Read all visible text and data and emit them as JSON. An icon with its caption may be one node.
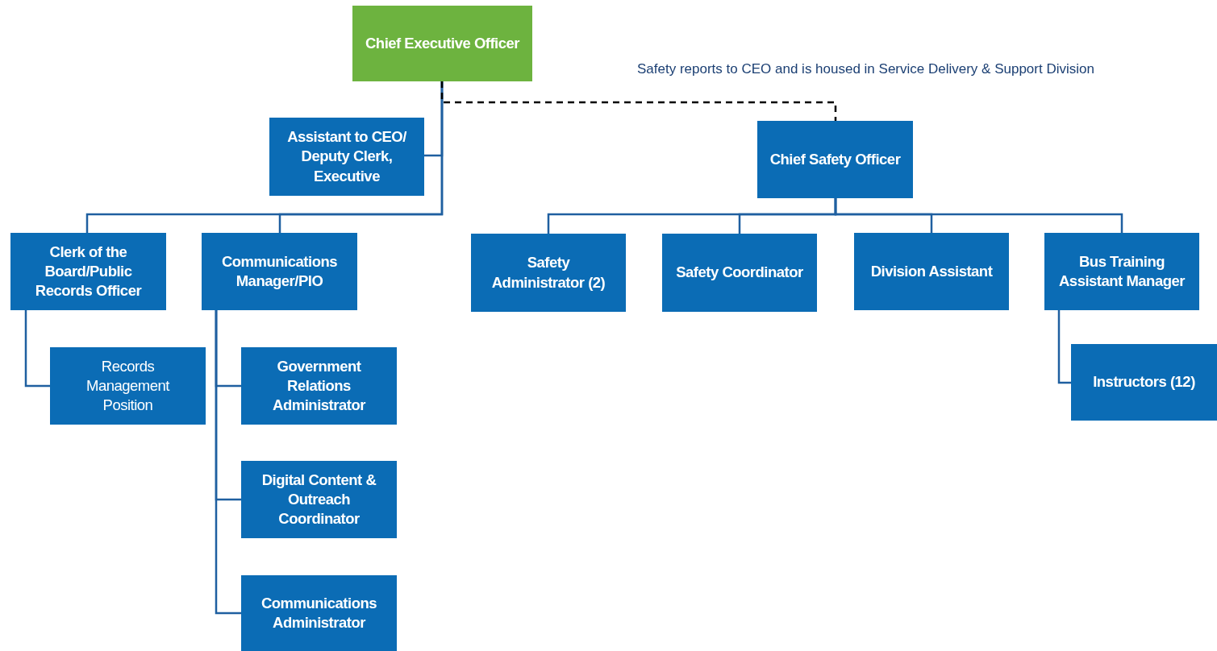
{
  "diagram": {
    "nodes": [
      {
        "text": [
          "Chief Executive Officer"
        ]
      },
      {
        "text": [
          "Assistant to CEO/ Deputy Clerk, Executive"
        ]
      },
      {
        "text": [
          "Chief Safety Officer"
        ]
      },
      {
        "text": [
          "Clerk of the Board/Public Records Officer"
        ]
      },
      {
        "text": [
          "Communications Manager/PIO"
        ]
      },
      {
        "text": [
          "Records Management Position"
        ]
      },
      {
        "text": [
          "Government Relations Administrator"
        ]
      },
      {
        "text": [
          "Digital Content & Outreach Coordinator"
        ]
      },
      {
        "text": [
          "Communications Administrator"
        ]
      },
      {
        "text": [
          "Safety Administrator (2)"
        ]
      },
      {
        "text": [
          "Safety Coordinator"
        ]
      },
      {
        "text": [
          "Division Assistant"
        ]
      },
      {
        "text": [
          "Bus Training Assistant Manager"
        ]
      },
      {
        "text": [
          "Instructors (12)"
        ]
      }
    ],
    "edges": [
      {
        "from": 0,
        "to": 1,
        "arrow": "none"
      },
      {
        "from": 0,
        "to": 3,
        "arrow": "none"
      },
      {
        "from": 0,
        "to": 4,
        "arrow": "none"
      },
      {
        "from": 0,
        "to": 2,
        "arrow": "none",
        "style": "dashed",
        "color": "#000000"
      },
      {
        "from": 2,
        "to": 9,
        "arrow": "none"
      },
      {
        "from": 2,
        "to": 10,
        "arrow": "none"
      },
      {
        "from": 2,
        "to": 11,
        "arrow": "none"
      },
      {
        "from": 2,
        "to": 12,
        "arrow": "none"
      },
      {
        "from": 3,
        "to": 5,
        "arrow": "none"
      },
      {
        "from": 4,
        "to": 6,
        "arrow": "none"
      },
      {
        "from": 4,
        "to": 7,
        "arrow": "none"
      },
      {
        "from": 4,
        "to": 8,
        "arrow": "none"
      },
      {
        "from": 12,
        "to": 13,
        "arrow": "none"
      }
    ],
    "labels": [
      "Safety reports to CEO and is housed in Service Delivery & Support Division"
    ]
  }
}
